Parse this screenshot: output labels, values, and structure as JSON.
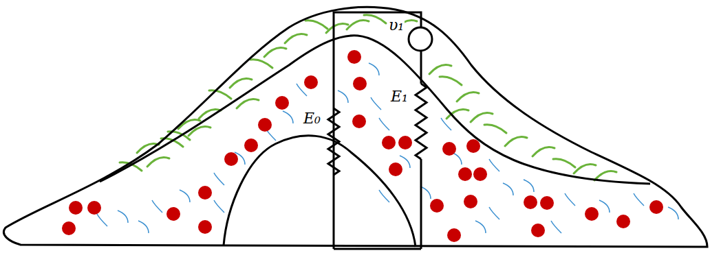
{
  "diagram": {
    "labels": [
      "υ₁",
      "E₁",
      "E₀"
    ]
  }
}
